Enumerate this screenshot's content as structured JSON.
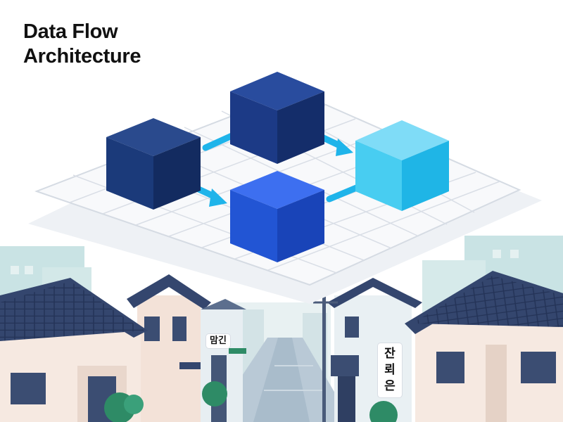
{
  "title": {
    "line1": "Data Flow",
    "line2": "Architecture"
  },
  "signs": {
    "left": "맘긴",
    "right": [
      "잔",
      "뢰",
      "은"
    ]
  },
  "colors": {
    "cube_navy": "#1b3a7a",
    "cube_royal": "#2255d4",
    "cube_cyan": "#2ec4ee",
    "arrow": "#1fb4ea",
    "platform": "#f6f7f9",
    "grid_line": "#d9dee6",
    "roof": "#34466e",
    "sky_buildings": "#c9e3e4",
    "house_wall": "#f6e9e1",
    "tree": "#2e8b66"
  },
  "icons": {
    "flow_arrow": "arrow-right-icon",
    "node": "cube-icon"
  }
}
